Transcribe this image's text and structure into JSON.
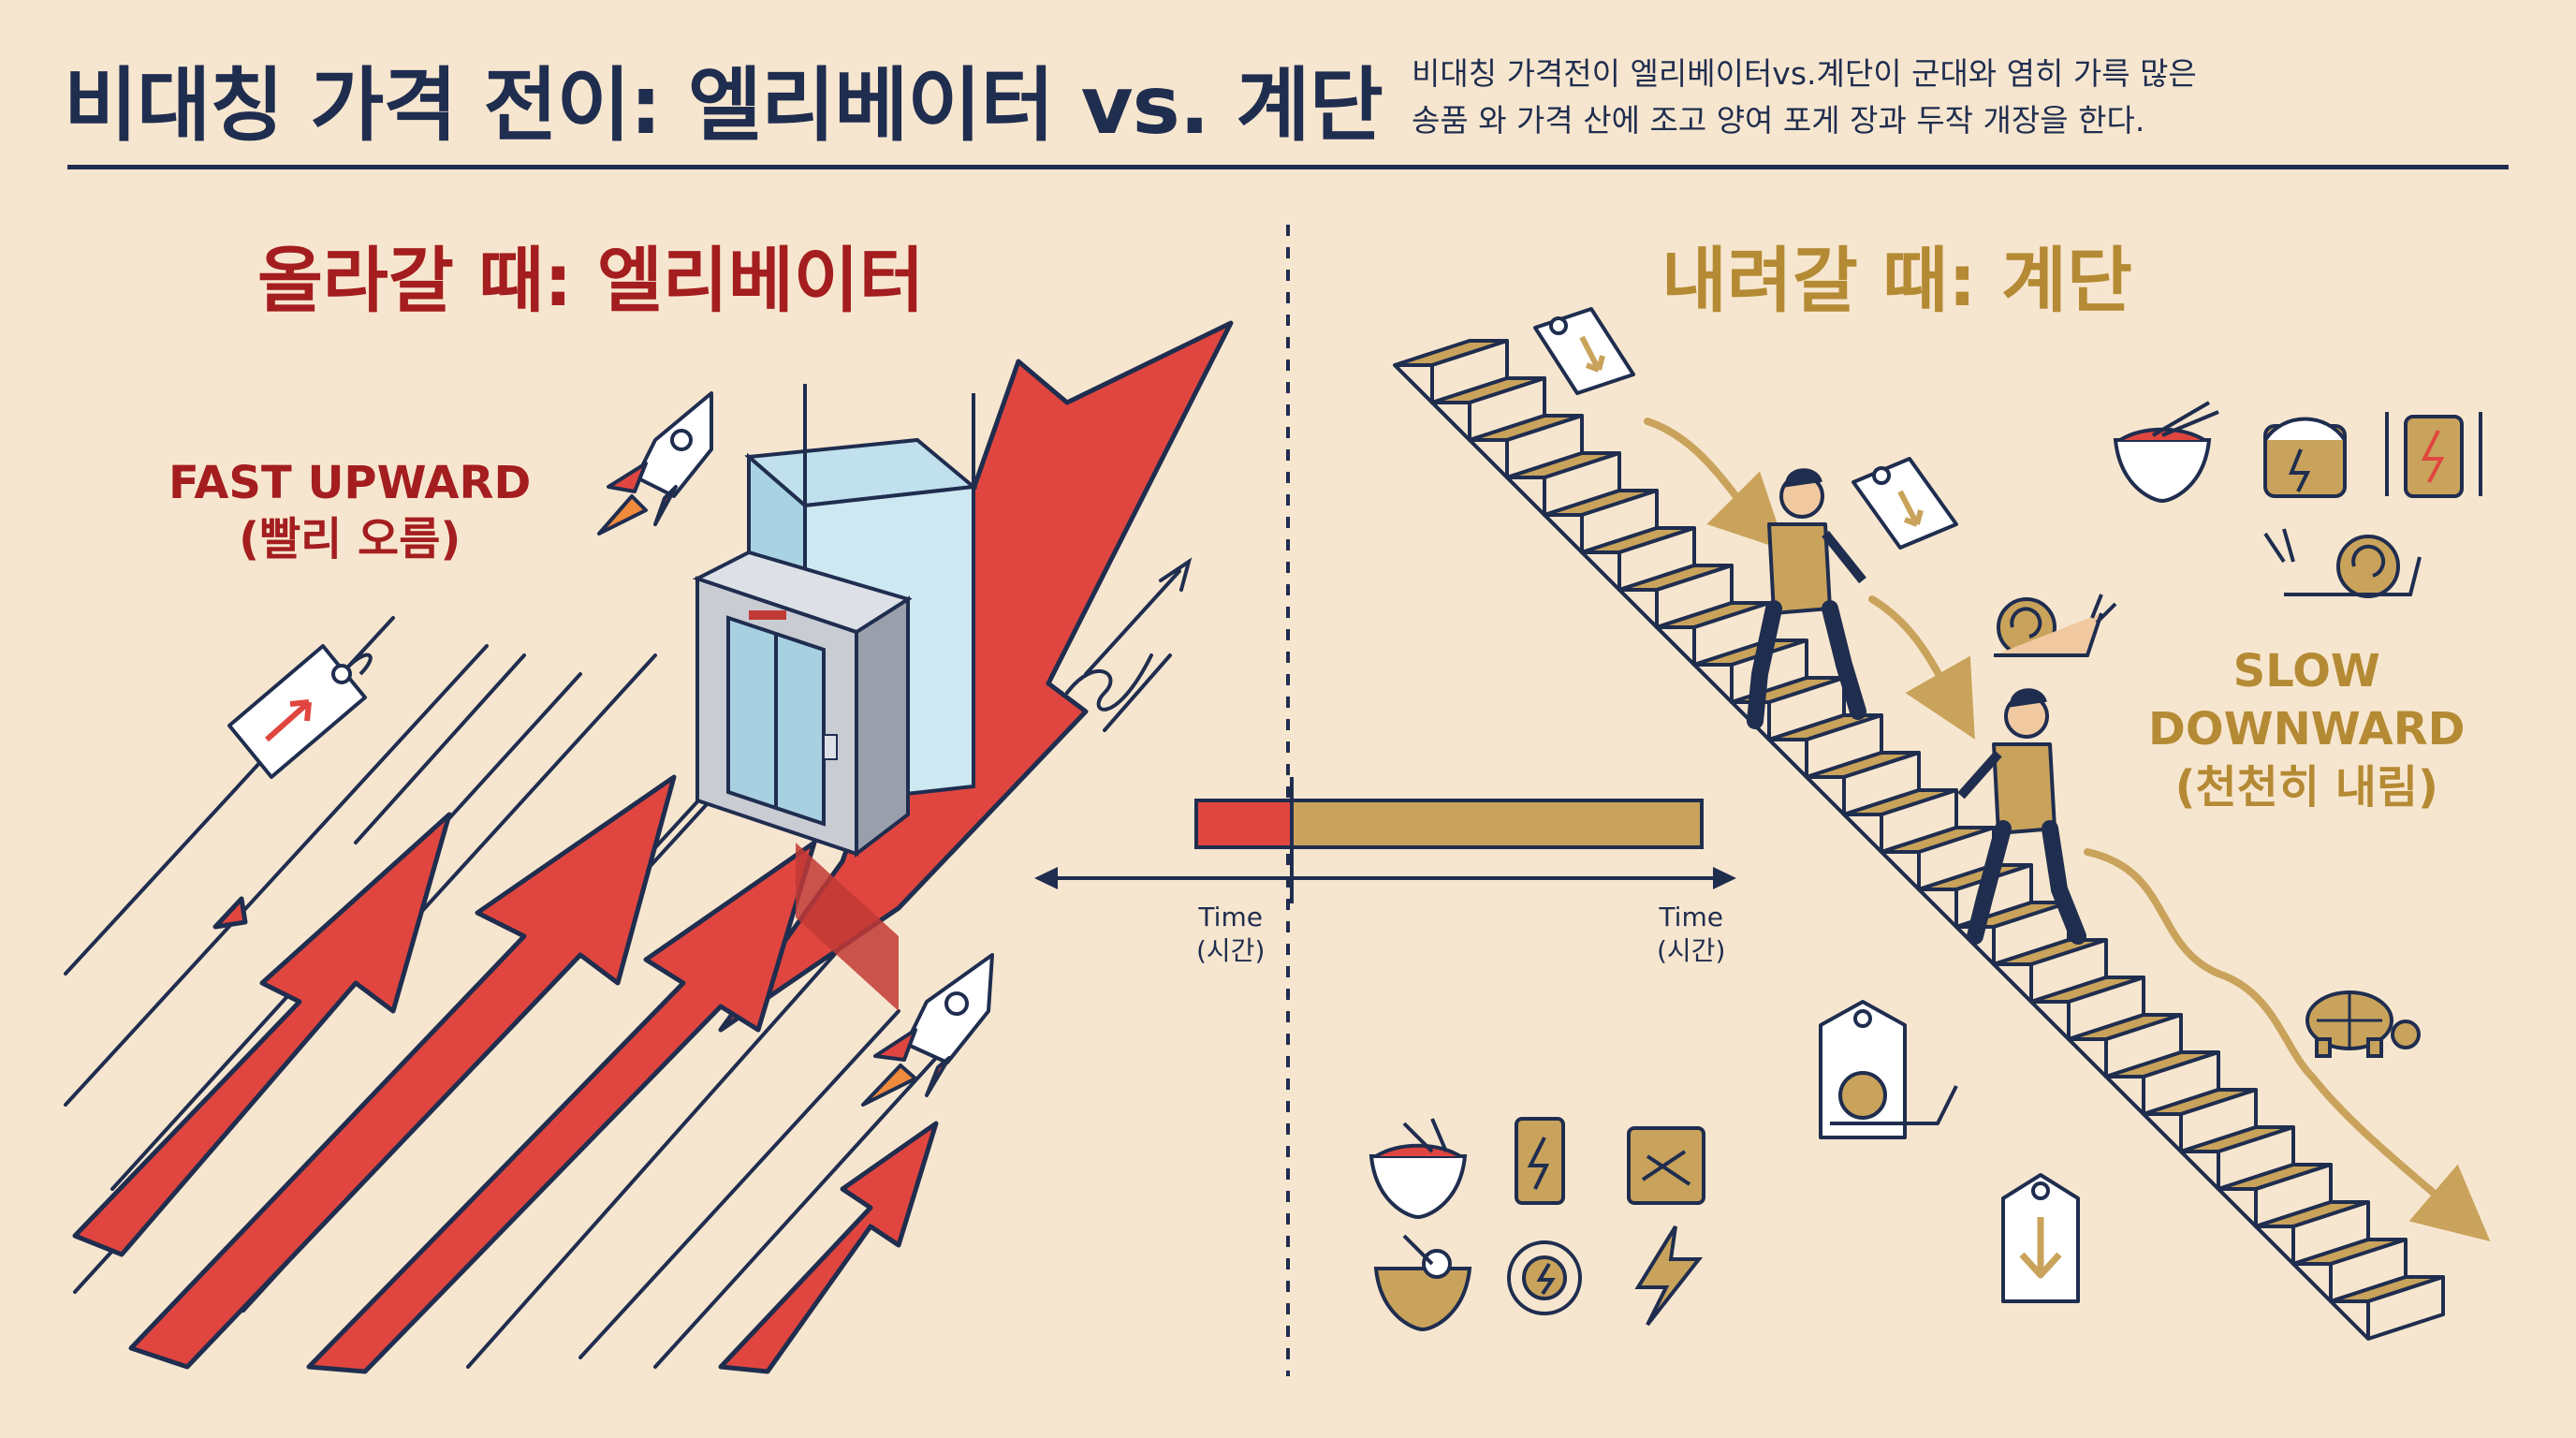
{
  "header": {
    "title": "비대칭 가격 전이: 엘리베이터 vs. 계단",
    "subtitle_line1": "비대칭 가격전이 엘리베이터vs.계단이 군대와 염히 가륵 많은",
    "subtitle_line2": "송품 와 가격 산에 조고 양여 포게 장과 두작 개장을 한다."
  },
  "left_panel": {
    "heading": "올라갈 때: 엘리베이터",
    "label_en": "FAST UPWARD",
    "label_ko": "(빨리 오름)"
  },
  "right_panel": {
    "heading": "내려갈 때: 계단",
    "label_en_1": "SLOW",
    "label_en_2": "DOWNWARD",
    "label_ko": "(천천히 내림)"
  },
  "timeline": {
    "up_fraction": 0.19,
    "down_fraction": 0.81,
    "left_label_1": "Time",
    "left_label_2": "(시간)",
    "right_label_1": "Time",
    "right_label_2": "(시간)"
  },
  "colors": {
    "navy": "#1f2d4f",
    "red": "#e0463f",
    "dark_red": "#a41d1f",
    "gold": "#c9a35b",
    "dark_gold": "#b58a34",
    "background": "#f7e6cf"
  },
  "icons": {
    "left": [
      "rocket-icon",
      "price-tag-up-icon",
      "elevator-icon",
      "rocket-icon"
    ],
    "right": [
      "price-tag-down-icon",
      "snail-icon",
      "turtle-icon",
      "person-walking-icon",
      "noodle-bowl-icon",
      "rice-cooker-icon",
      "energy-icon"
    ],
    "bottom": [
      "noodle-bowl-icon",
      "energy-can-icon",
      "box-icon",
      "ramen-icon",
      "energy-cycle-icon",
      "lightning-icon"
    ]
  }
}
